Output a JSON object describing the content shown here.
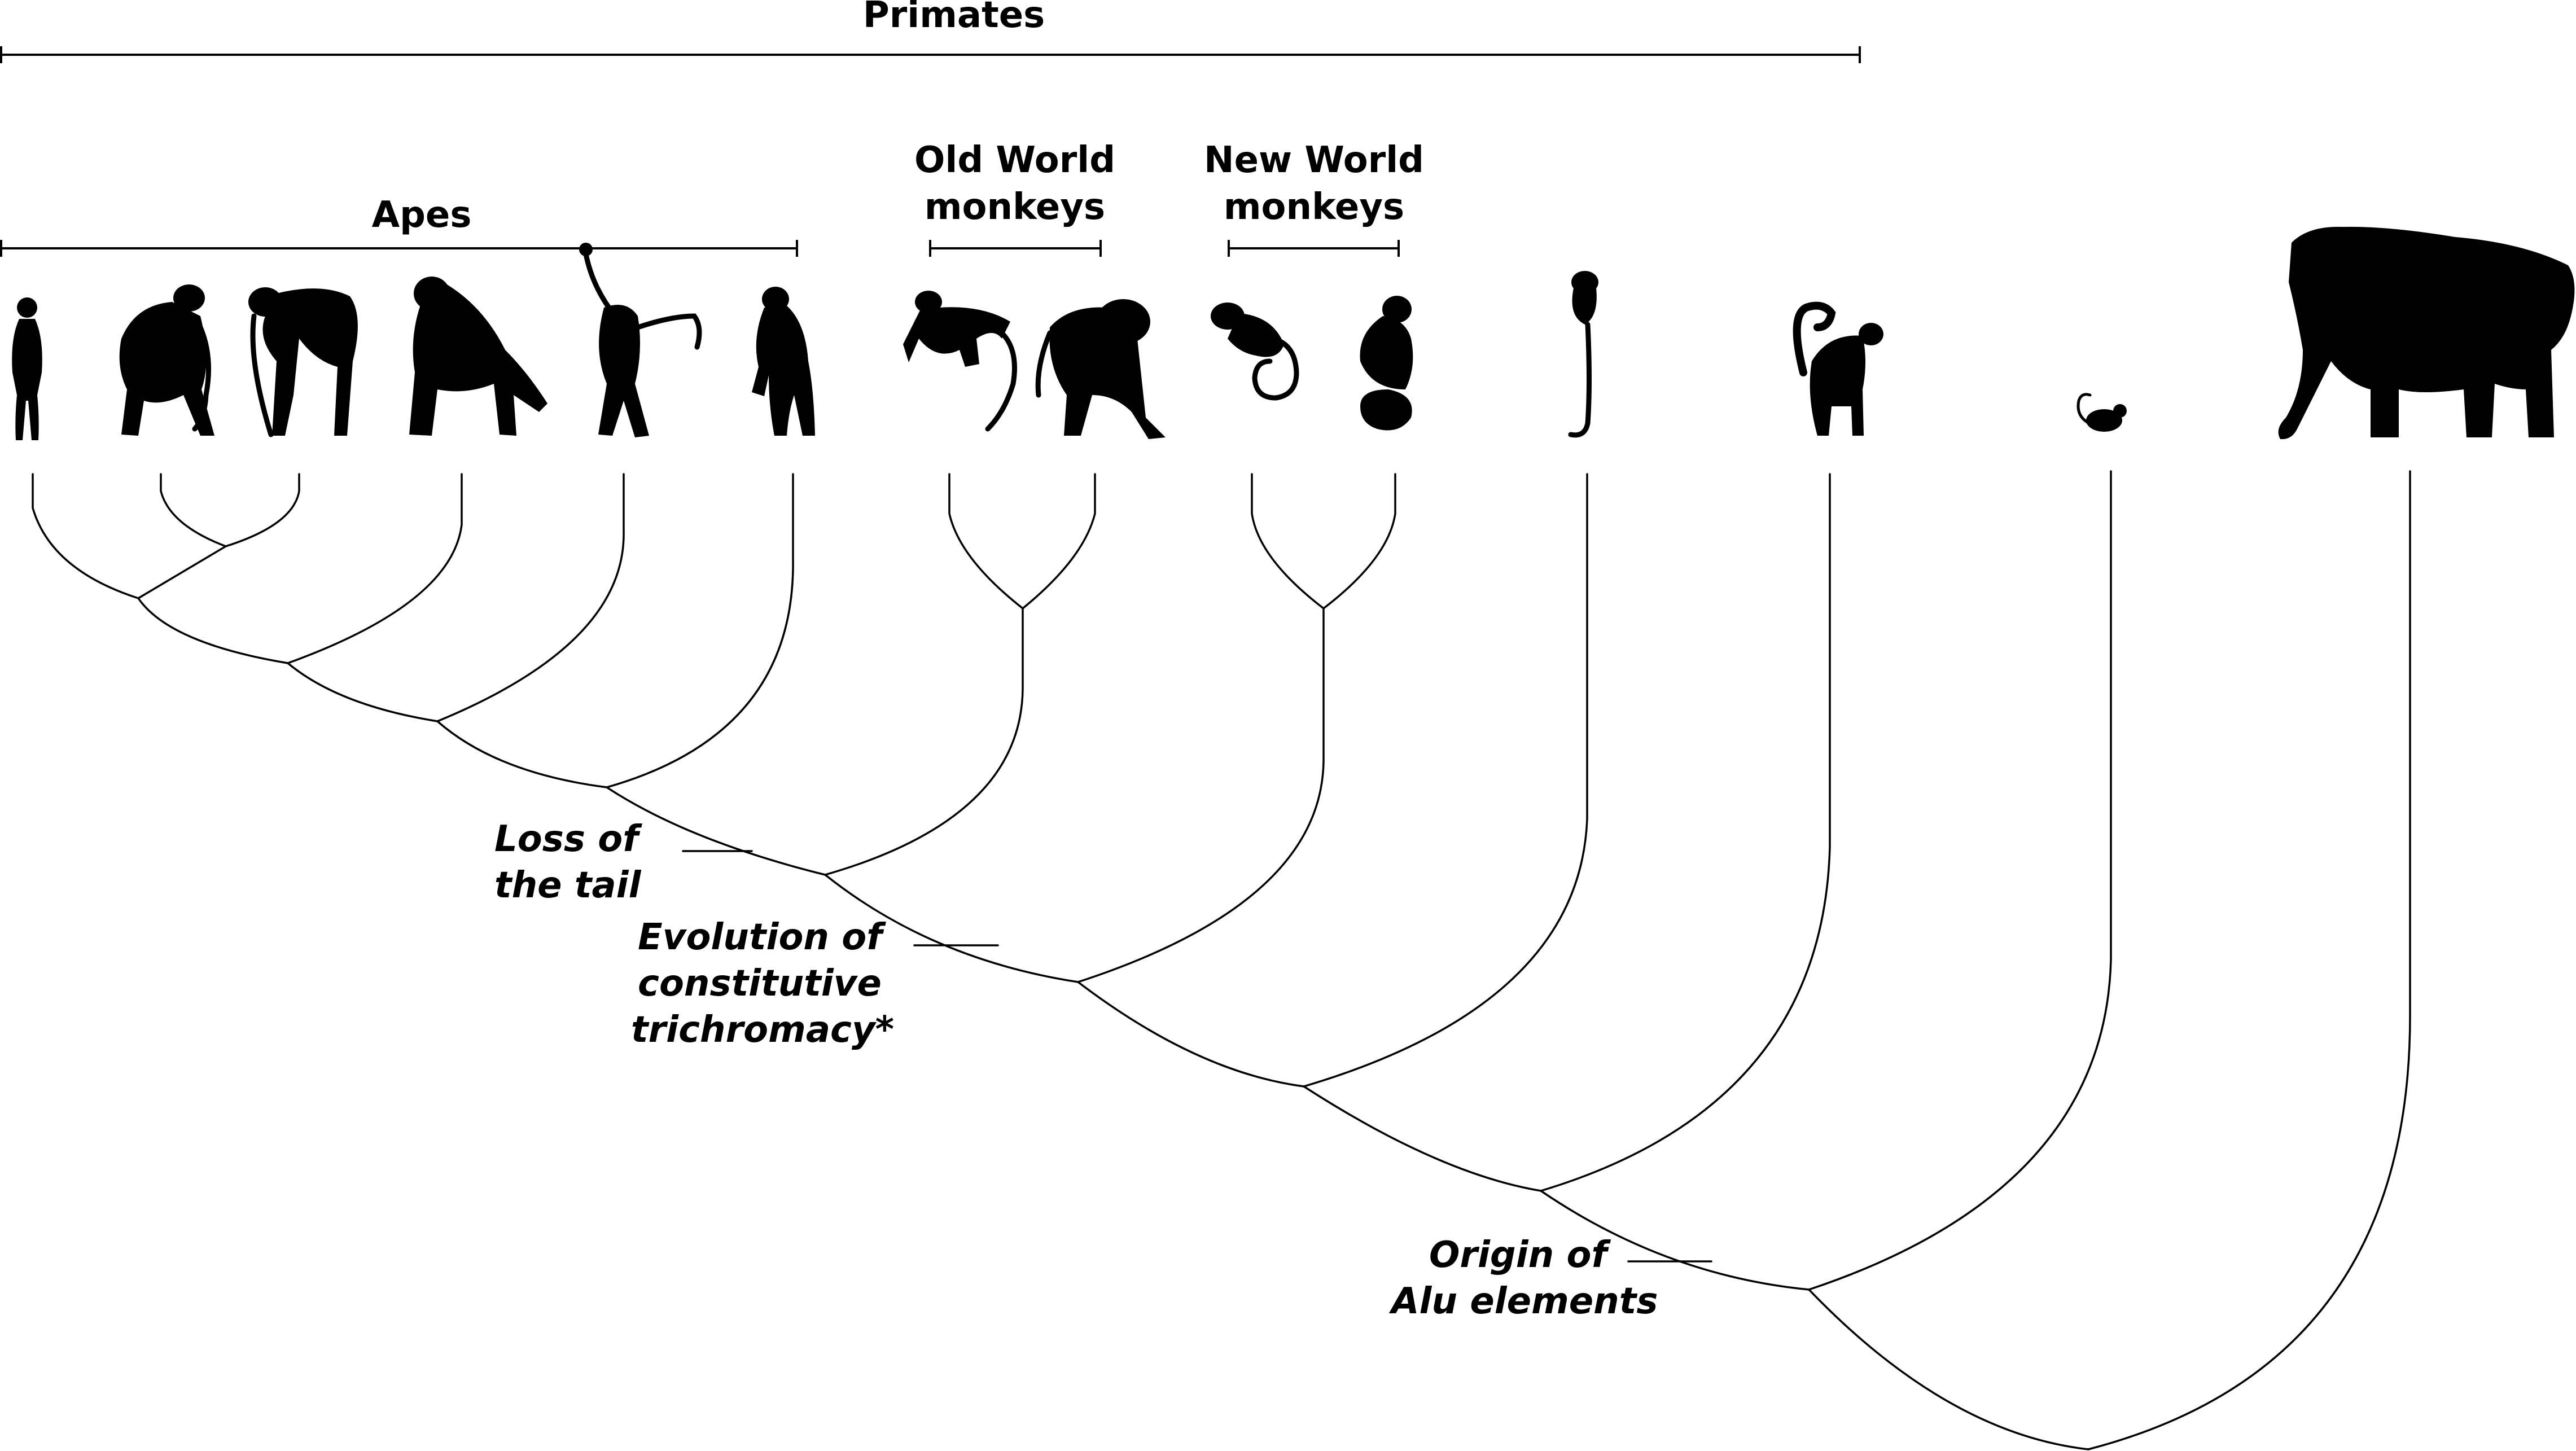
{
  "groups": {
    "primates": "Primates",
    "apes": "Apes",
    "old_world_line1": "Old World",
    "old_world_line2": "monkeys",
    "new_world_line1": "New World",
    "new_world_line2": "monkeys"
  },
  "events": {
    "tail_line1": "Loss of",
    "tail_line2": "the tail",
    "trichromacy_line1": "Evolution of",
    "trichromacy_line2": "constitutive",
    "trichromacy_line3": "trichromacy*",
    "alu_line1": "Origin of",
    "alu_line2": "Alu elements"
  },
  "taxa_icons": [
    "human-silhouette-icon",
    "chimpanzee-silhouette-icon",
    "bonobo-silhouette-icon",
    "gorilla-silhouette-icon",
    "orangutan-silhouette-icon",
    "gibbon-silhouette-icon",
    "macaque-silhouette-icon",
    "baboon-silhouette-icon",
    "marmoset-silhouette-icon",
    "capuchin-silhouette-icon",
    "tarsier-silhouette-icon",
    "lemur-silhouette-icon",
    "mouse-silhouette-icon",
    "elephant-silhouette-icon"
  ],
  "colors": {
    "ink": "#000000",
    "background": "#ffffff"
  }
}
